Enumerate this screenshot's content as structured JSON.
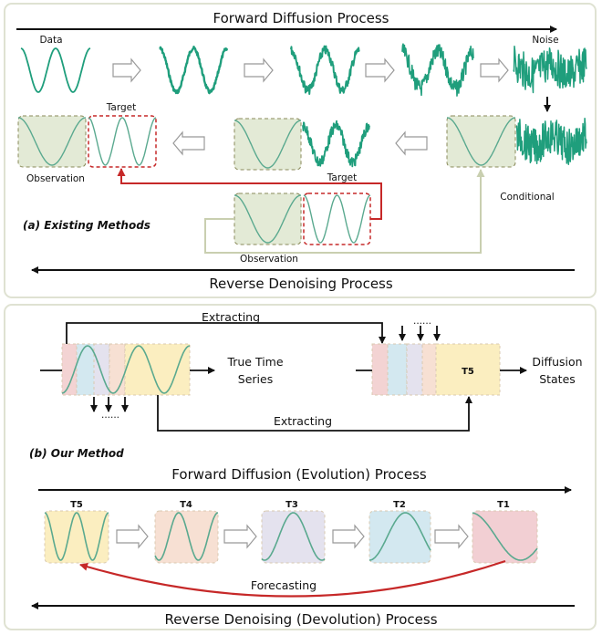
{
  "panel_a": {
    "forward_title": "Forward Diffusion Process",
    "data_label": "Data",
    "noise_label": "Noise",
    "target_label_left": "Target",
    "observation_label_left": "Observation",
    "target_label_mid": "Target",
    "conditional_label": "Conditional",
    "observation_label_bottom": "Observation",
    "caption": "(a) Existing Methods",
    "reverse_title": "Reverse Denoising Process"
  },
  "panel_b": {
    "extracting_top": "Extracting",
    "extracting_bottom": "Extracting",
    "true_series_line1": "True Time",
    "true_series_line2": "Series",
    "diffusion_states_line1": "Diffusion",
    "diffusion_states_line2": "States",
    "state_box_label": "T5",
    "dots_left": "......",
    "dots_right": "......",
    "caption": "(b) Our Method",
    "forward_title": "Forward Diffusion (Evolution) Process",
    "steps": [
      "T5",
      "T4",
      "T3",
      "T2",
      "T1"
    ],
    "forecasting_label": "Forecasting",
    "reverse_title": "Reverse Denoising (Devolution) Process"
  },
  "colors": {
    "teal": "#1f9e7c",
    "sine": "#5aa98f",
    "red": "#c62828",
    "observation_fill": "#e3ead6",
    "condition_line": "#c9cfb0"
  }
}
